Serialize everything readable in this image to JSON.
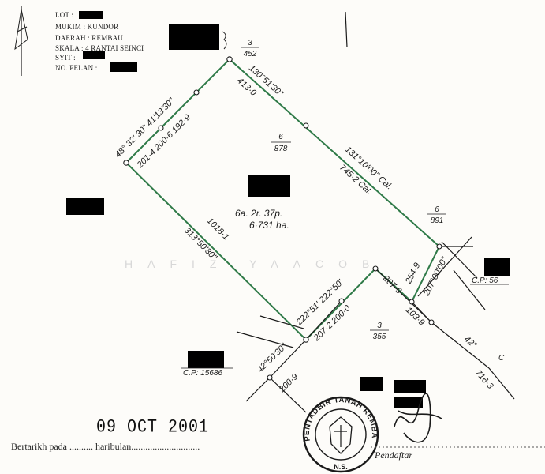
{
  "header": {
    "lot": "LOT :",
    "mukim": "MUKIM :  KUNDOR",
    "daerah": "DAERAH : REMBAU",
    "skala": "SKALA : 4 RANTAI SEINCI",
    "syit": "SYIT :",
    "no_pelan": "NO. PELAN :"
  },
  "plan": {
    "area_acres": "6a. 2r. 37p.",
    "area_hectares": "6·731 ha.",
    "bearings": {
      "b1": "48°  32'  30\"  41'13'30\"",
      "b2": "130°51'30\"",
      "b3": "131°10'00\" Cal.",
      "b4": "207°00'00\"",
      "b5": "222°51'  222°50'",
      "b6": "313°50'30\"",
      "b7": "42°50'30\"",
      "b8": "42°"
    },
    "distances": {
      "d1": "201·4  200·6 192·9",
      "d2": "413·0",
      "d3": "745·2 Cal.",
      "d4": "254·9",
      "d5": "1018·1",
      "d6": "207·2  200·0",
      "d7": "207·9",
      "d8": "103·9",
      "d9": "200·9",
      "d10": "716·3"
    },
    "lot_refs": {
      "r1_num": "3",
      "r1_den": "452",
      "r2_num": "6",
      "r2_den": "878",
      "r3_num": "6",
      "r3_den": "891",
      "r4_num": "3",
      "r4_den": "355"
    },
    "cp_1": "C.P: 56",
    "cp_2": "C.P: 15686",
    "letter_c": "C"
  },
  "watermark": "HAFIZ YAACOB",
  "stamp": {
    "date": "09 OCT 2001",
    "seal_top": "PENTADBIR TANAH REMBAU",
    "seal_bottom": "N.S."
  },
  "footer": {
    "line": "Bertarikh pada .......... haribulan.............................",
    "pendaftar": "Pendaftar"
  },
  "colors": {
    "boundary": "#2f7a48",
    "ink": "#1a1a1a"
  }
}
